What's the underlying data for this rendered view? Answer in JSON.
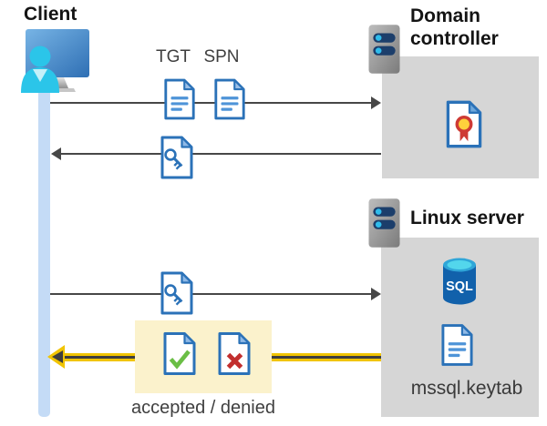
{
  "diagram": {
    "client": {
      "label": "Client"
    },
    "domain_controller": {
      "label": "Domain controller",
      "content_icon": "certificate-icon"
    },
    "linux_server": {
      "label": "Linux server",
      "sql_badge": "SQL",
      "keytab_file": "mssql.keytab"
    },
    "tickets": {
      "tgt": "TGT",
      "spn": "SPN"
    },
    "result": {
      "label": "accepted / denied"
    },
    "flows": [
      {
        "from": "Client",
        "to": "Domain controller",
        "direction": "right",
        "carries": [
          "TGT",
          "SPN"
        ]
      },
      {
        "from": "Domain controller",
        "to": "Client",
        "direction": "left",
        "carries": [
          "service-ticket-key"
        ]
      },
      {
        "from": "Client",
        "to": "Linux server",
        "direction": "right",
        "carries": [
          "service-ticket-key"
        ]
      },
      {
        "from": "Linux server",
        "to": "Client",
        "direction": "left",
        "carries": [
          "accepted-ticket",
          "denied-ticket"
        ],
        "highlighted": true
      }
    ]
  },
  "colors": {
    "doc_border_blue": "#2b72b8",
    "doc_lines_blue": "#4e94d8",
    "lifeline_blue": "#c4dbf6",
    "box_gray": "#d6d6d6",
    "highlight_yellow": "#fbf2cc",
    "arrow_yellow": "#f1c400",
    "arrow_dark": "#474747",
    "check_green": "#6abe45",
    "deny_red": "#c22f2e",
    "sql_body_blue": "#1161ab",
    "sql_top_cyan": "#53d6ec",
    "person_cyan": "#2bc5e9"
  }
}
